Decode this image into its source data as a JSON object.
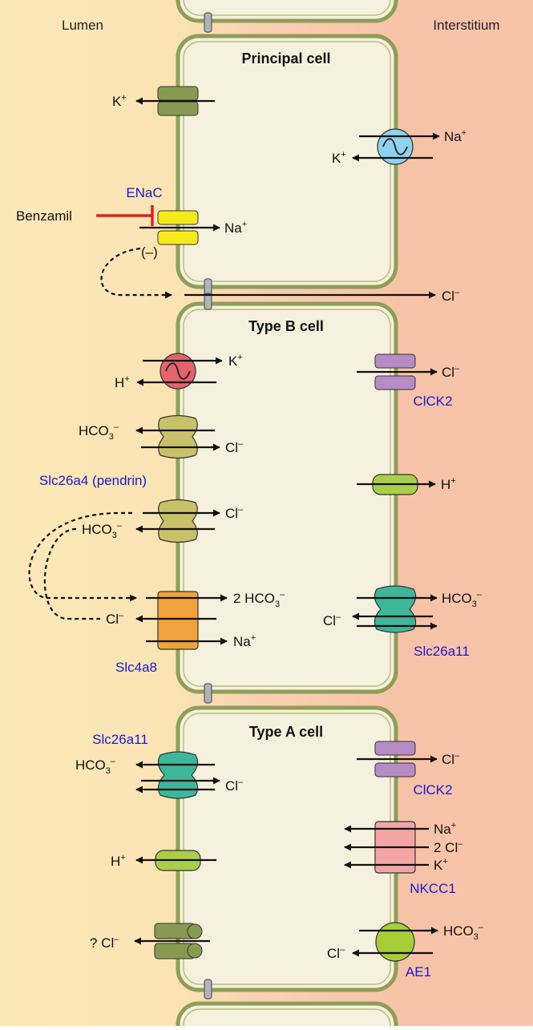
{
  "sides": {
    "left": "Lumen",
    "right": "Interstitium"
  },
  "cells": {
    "principal": "Principal cell",
    "type_b": "Type B cell",
    "type_a": "Type A cell"
  },
  "principal": {
    "k_lumen": "K",
    "enac": "ENaC",
    "benzamil": "Benzamil",
    "na_in": "Na",
    "minus": "(–)",
    "na_out": "Na",
    "k_in": "K",
    "cl_para": "Cl"
  },
  "type_b": {
    "k": "K",
    "h": "H",
    "hco3_out": "HCO",
    "cl_in": "Cl",
    "pendrin": "Slc26a4 (pendrin)",
    "cl_in2": "Cl",
    "hco3_out2": "HCO",
    "hco3_2": "2 HCO",
    "cl_out": "Cl",
    "na_in": "Na",
    "slc4a8": "Slc4a8",
    "clck2_cl": "Cl",
    "clck2": "ClCK2",
    "h_right": "H",
    "hco3_right": "HCO",
    "cl_right": "Cl",
    "slc26a11": "Slc26a11"
  },
  "type_a": {
    "slc26a11": "Slc26a11",
    "hco3": "HCO",
    "cl": "Cl",
    "h": "H",
    "cl_q": "? Cl",
    "clck2_cl": "Cl",
    "clck2": "ClCK2",
    "nkcc_na": "Na",
    "nkcc_cl": "2 Cl",
    "nkcc_k": "K",
    "nkcc1": "NKCC1",
    "ae1_hco3": "HCO",
    "ae1_cl": "Cl",
    "ae1": "AE1"
  },
  "colors": {
    "lumen": "#fbe8b8",
    "interstitium": "#f7c4aa",
    "cell_fill": "#f6f0de",
    "membrane": "#8e9e57",
    "enac": "#f4ea1c",
    "nak_atpase": "#8fd1ef",
    "k_channel": "#889a52",
    "h_k_atpase": "#e5636c",
    "pendrin": "#c9c06a",
    "slc4a8": "#f0a33c",
    "clck2": "#b78bc6",
    "h_atpase": "#a9cf4a",
    "slc26a11": "#3eb69a",
    "nkcc1": "#f3a5a6",
    "ae1": "#a8cd3a",
    "blocker": "#e02020",
    "blue_label": "#1a1acc"
  }
}
